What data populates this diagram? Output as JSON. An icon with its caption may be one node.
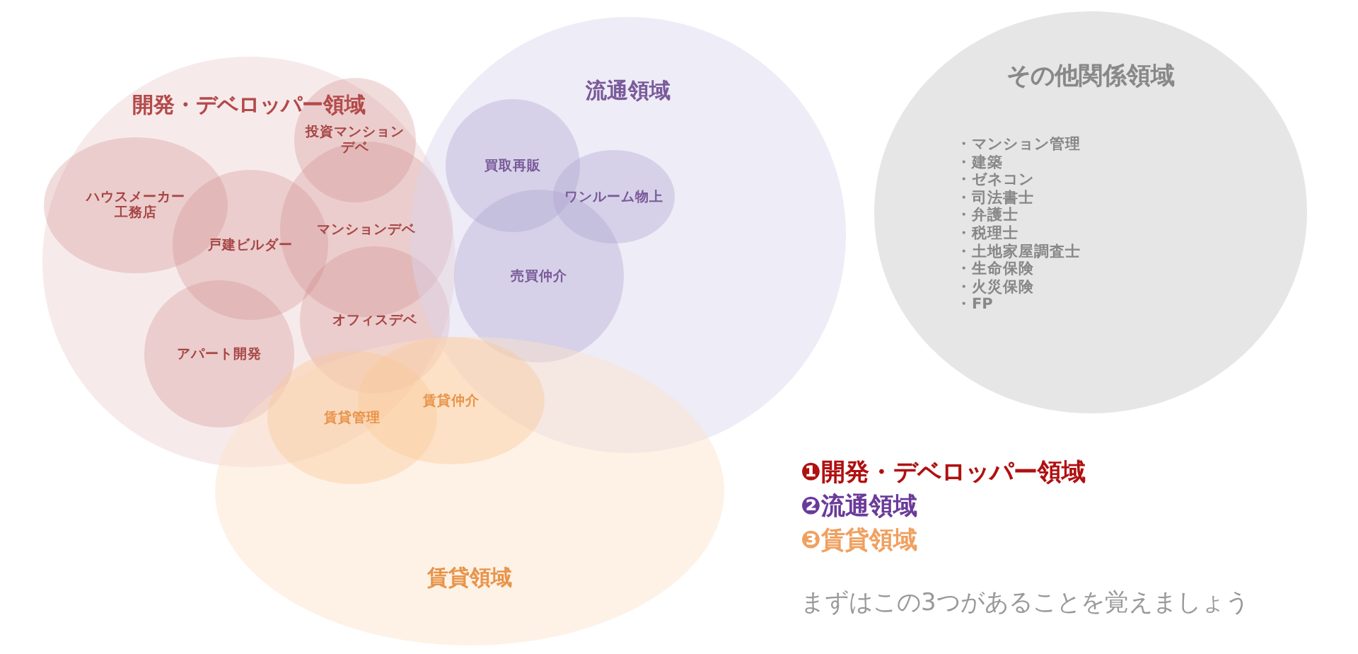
{
  "diagram": {
    "nodes": [
      {
        "text": [
          "開発・デベロッパー領域"
        ]
      },
      {
        "text": [
          "流通領域"
        ]
      },
      {
        "text": [
          "賃貸領域"
        ]
      },
      {
        "text": [
          "その他関係領域",
          "・マンション管理",
          "・建築",
          "・ゼネコン",
          "・司法書士",
          "・弁護士",
          "・税理士",
          "・土地家屋調査士",
          "・生命保険",
          "・火災保険",
          "・FP"
        ]
      },
      {
        "text": [
          "投資マンションデベ"
        ],
        "in": 0
      },
      {
        "text": [
          "ハウスメーカー工務店"
        ],
        "in": 0
      },
      {
        "text": [
          "戸建ビルダー"
        ],
        "in": 0
      },
      {
        "text": [
          "マンションデベ"
        ],
        "in": 0
      },
      {
        "text": [
          "買取再販"
        ],
        "in": 1
      },
      {
        "text": [
          "ワンルーム物上"
        ],
        "in": 1
      },
      {
        "text": [
          "売買仲介"
        ],
        "in": 1
      },
      {
        "text": [
          "アパート開発"
        ],
        "in": 0
      },
      {
        "text": [
          "オフィスデベ"
        ],
        "in": 0
      },
      {
        "text": [
          "賃貸管理"
        ],
        "in": 2
      },
      {
        "text": [
          "賃貸仲介"
        ],
        "in": 2
      }
    ],
    "labels": [
      "❶開発・デベロッパー領域",
      "❷流通領域",
      "❸賃貸領域",
      "まずはこの3つがあることを覚えましょう"
    ]
  }
}
